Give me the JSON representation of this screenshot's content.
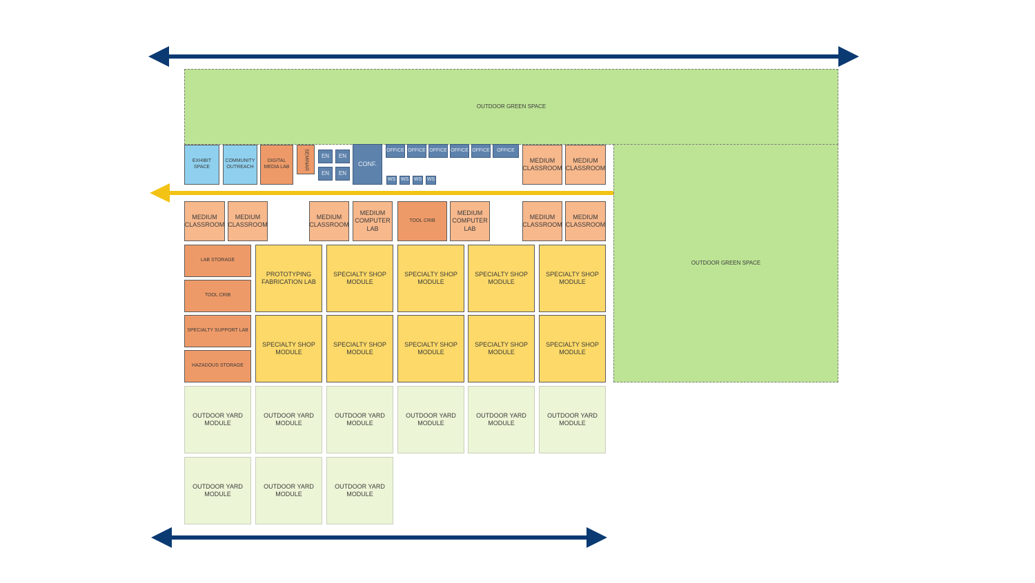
{
  "colors": {
    "navy_arrow": "#0b3a73",
    "yellow_arrow": "#f2c314",
    "green_space": "#bde495",
    "blue_room": "#8fd0ee",
    "orange_room": "#ee9a68",
    "light_orange_room": "#f7b88c",
    "yellow_module": "#fcd968",
    "yard_module": "#ecf5d6",
    "slate_room": "#5d82ac"
  },
  "outdoor": {
    "top": "OUTDOOR GREEN SPACE",
    "right": "OUTDOOR GREEN SPACE"
  },
  "upper_row": {
    "exhibit": "EXHIBIT SPACE",
    "community": "COMMUNITY OUTREACH",
    "digital": "DIGITAL MEDIA LAB",
    "seminar": "SEMINAR",
    "en": [
      "EN",
      "EN",
      "EN",
      "EN"
    ],
    "conf": "CONF.",
    "offices": [
      "OFFICE",
      "OFFICE",
      "OFFICE",
      "OFFICE",
      "OFFICE",
      "OFFICE"
    ],
    "ws": [
      "WS",
      "WS",
      "WS",
      "WS"
    ],
    "classrooms": [
      "MEDIUM CLASSROOM",
      "MEDIUM CLASSROOM"
    ]
  },
  "middle_row": {
    "rooms": [
      "MEDIUM CLASSROOM",
      "MEDIUM CLASSROOM",
      "MEDIUM CLASSROOM",
      "MEDIUM COMPUTER LAB",
      "TOOL CRIB",
      "MEDIUM COMPUTER LAB",
      "MEDIUM CLASSROOM",
      "MEDIUM CLASSROOM"
    ]
  },
  "support": [
    "LAB STORAGE",
    "TOOL CRIB",
    "SPECIALTY SUPPORT LAB",
    "HAZADOUS STORAGE"
  ],
  "modules": {
    "row1": [
      "PROTOTYPING FABRICATION LAB",
      "SPECIALTY SHOP MODULE",
      "SPECIALTY SHOP MODULE",
      "SPECIALTY SHOP MODULE",
      "SPECIALTY SHOP MODULE"
    ],
    "row2": [
      "SPECIALTY SHOP MODULE",
      "SPECIALTY SHOP MODULE",
      "SPECIALTY SHOP MODULE",
      "SPECIALTY SHOP MODULE",
      "SPECIALTY SHOP MODULE"
    ]
  },
  "yard": {
    "row1": [
      "OUTDOOR YARD MODULE",
      "OUTDOOR YARD MODULE",
      "OUTDOOR YARD MODULE",
      "OUTDOOR YARD MODULE",
      "OUTDOOR YARD MODULE",
      "OUTDOOR YARD MODULE"
    ],
    "row2": [
      "OUTDOOR YARD MODULE",
      "OUTDOOR YARD MODULE",
      "OUTDOOR YARD MODULE"
    ]
  }
}
